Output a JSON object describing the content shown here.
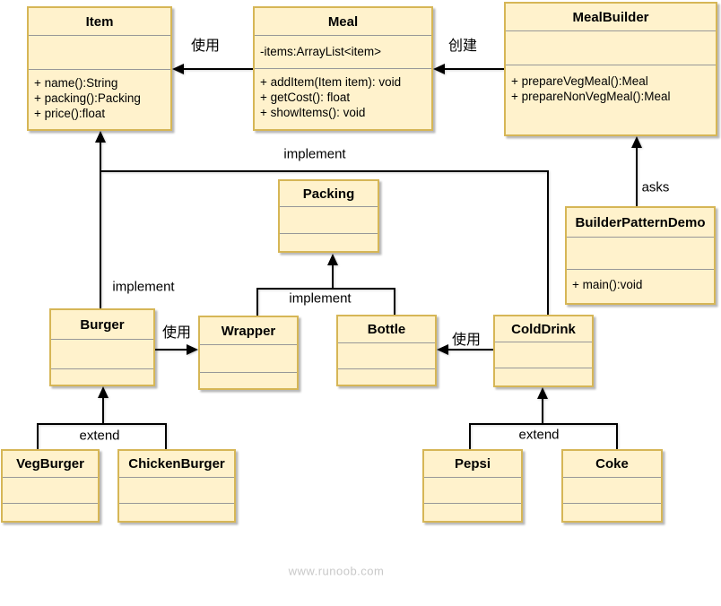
{
  "diagram_title": "Builder Pattern UML Diagram",
  "colors": {
    "box_fill": "#FFF2CC",
    "box_border": "#D6B656",
    "divider": "#989898",
    "connector": "#000000",
    "watermark": "#C8C8C8"
  },
  "classes": {
    "item": {
      "name": "Item",
      "methods": [
        "+ name():String",
        "+ packing():Packing",
        "+ price():float"
      ]
    },
    "meal": {
      "name": "Meal",
      "attributes": [
        "-items:ArrayList<item>"
      ],
      "methods": [
        "+ addItem(Item item): void",
        "+ getCost(): float",
        "+ showItems(): void"
      ]
    },
    "meal_builder": {
      "name": "MealBuilder",
      "methods": [
        "+ prepareVegMeal():Meal",
        "+ prepareNonVegMeal():Meal"
      ]
    },
    "packing": {
      "name": "Packing"
    },
    "builder_pattern_demo": {
      "name": "BuilderPatternDemo",
      "methods": [
        "+ main():void"
      ]
    },
    "burger": {
      "name": "Burger"
    },
    "wrapper": {
      "name": "Wrapper"
    },
    "bottle": {
      "name": "Bottle"
    },
    "cold_drink": {
      "name": "ColdDrink"
    },
    "veg_burger": {
      "name": "VegBurger"
    },
    "chicken_burger": {
      "name": "ChickenBurger"
    },
    "pepsi": {
      "name": "Pepsi"
    },
    "coke": {
      "name": "Coke"
    }
  },
  "edge_labels": {
    "use_item": "使用",
    "create_meal": "创建",
    "implement_item": "implement",
    "implement_burger": "implement",
    "implement_packing": "implement",
    "use_wrapper": "使用",
    "use_bottle": "使用",
    "asks": "asks",
    "extend_burger": "extend",
    "extend_cold_drink": "extend"
  },
  "watermark": "www.runoob.com"
}
